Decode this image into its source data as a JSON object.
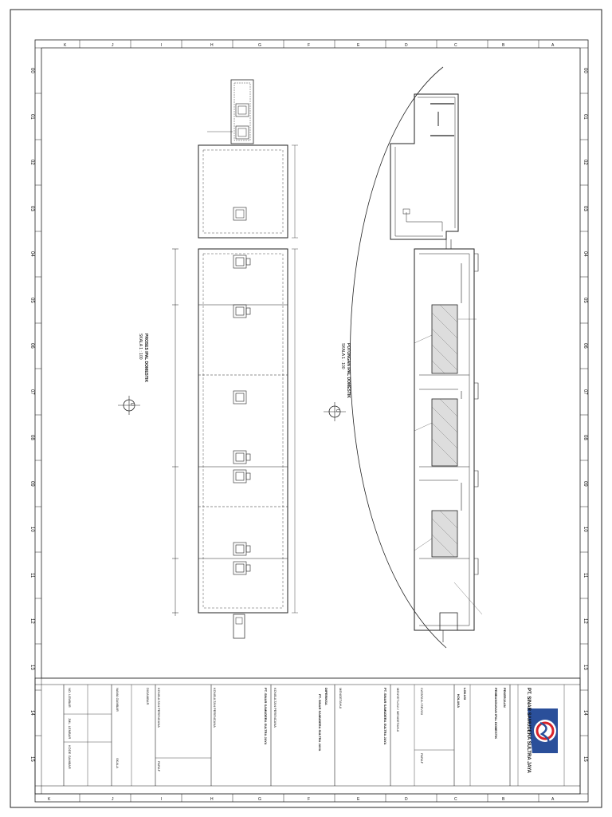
{
  "grid_letters": [
    "K",
    "J",
    "I",
    "H",
    "G",
    "F",
    "E",
    "D",
    "C",
    "B",
    "A"
  ],
  "grid_numbers": [
    "00",
    "01",
    "02",
    "03",
    "04",
    "05",
    "06",
    "07",
    "08",
    "09",
    "10",
    "11",
    "12",
    "13",
    "14",
    "15"
  ],
  "views": {
    "plan_title": "PROSES IPAL DOMESTIK",
    "plan_scale": "SKALA 1 : 100",
    "section_title": "POTONGAN IPAL DOMESTIK",
    "section_scale": "SKALA 1 : 100",
    "north": "U"
  },
  "title_block": {
    "company": "PT. SINAR SAMUDERA SULTRA JAYA",
    "pekerjaan_label": "PEKERJAAN",
    "pekerjaan_value": "PEMBANGUNAN IPAL DOMESTIK",
    "lokasi_label": "LOKASI",
    "lokasi_value": "KOLAKA",
    "catatan_label": "CATATAN / REVISI",
    "menyetujui_label": "MENYETUJUI / MENGETAHUI",
    "mengetahui_label": "MENGETAHUI",
    "disetujui_name": "PT. SINAR SAMUDERA SULTRA JAYA",
    "diperiksa_label": "DIPERIKSA",
    "diperiksa_name": "PT. SINAR SAMUDERA SULTRA JAYA",
    "konsultan_label": "KONSULTAN PERENCANA",
    "digambar_label": "DIGAMBAR",
    "paraf_label": "PARAF",
    "nama_gambar_label": "NAMA GAMBAR",
    "skala_label": "SKALA",
    "no_lembar_label": "NO. LEMBAR",
    "jml_lembar_label": "JML. LEMBAR",
    "kode_gambar_label": "KODE GAMBAR"
  }
}
